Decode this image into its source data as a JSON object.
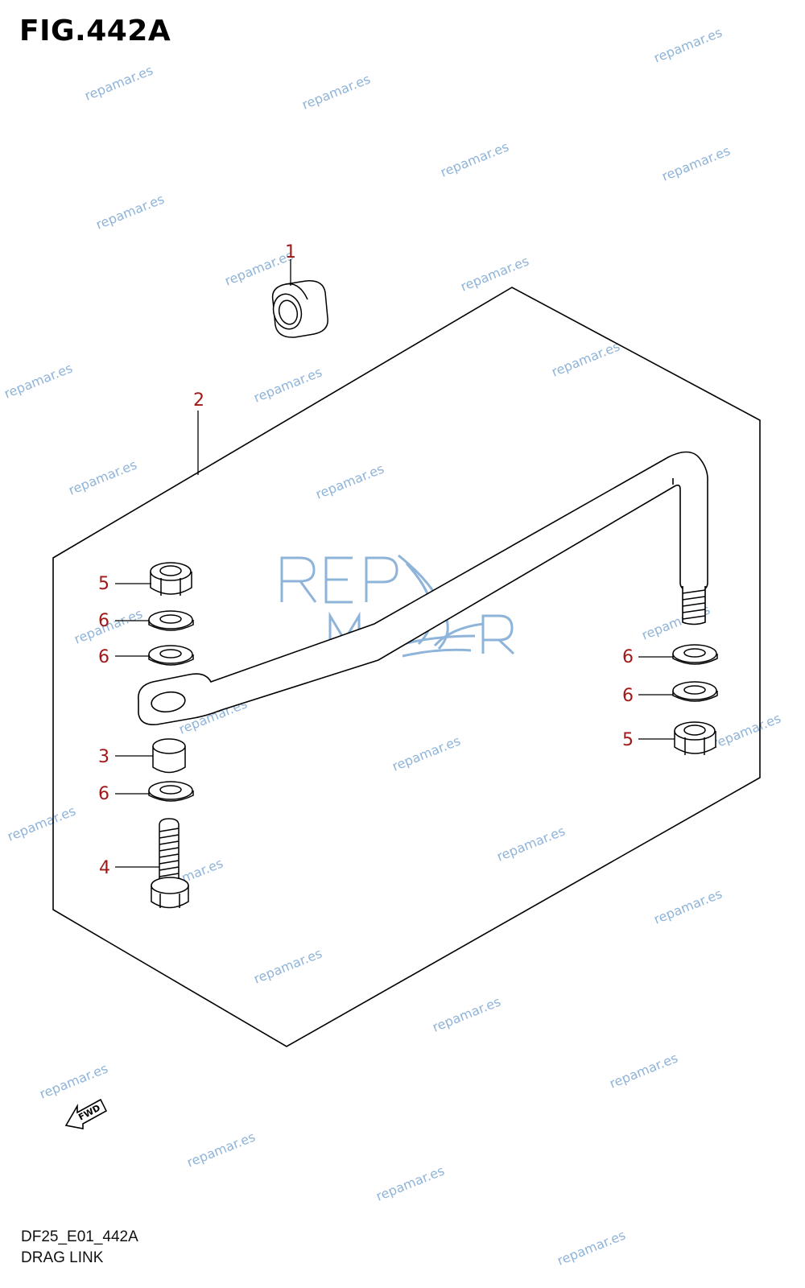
{
  "figure": {
    "title": "FIG.442A",
    "code": "DF25_E01_442A",
    "name": "DRAG LINK"
  },
  "parts": [
    {
      "ref": "1",
      "part": "bushing"
    },
    {
      "ref": "2",
      "part": "drag-link"
    },
    {
      "ref": "3",
      "part": "collar"
    },
    {
      "ref": "4",
      "part": "bolt"
    },
    {
      "ref": "5",
      "part": "nut"
    },
    {
      "ref": "6",
      "part": "washer"
    }
  ],
  "callouts": {
    "c1": "1",
    "c2": "2",
    "c3": "3",
    "c4": "4",
    "c5a": "5",
    "c5b": "5",
    "c6a": "6",
    "c6b": "6",
    "c6c": "6",
    "c6d": "6",
    "c6e": "6"
  },
  "fwd_arrow_label": "FWD",
  "logo": {
    "text": "REPAMAR"
  },
  "watermark": "repamar.es",
  "colors": {
    "callout": "#a01818",
    "watermark": "#8fb4d9",
    "line": "#000000"
  }
}
